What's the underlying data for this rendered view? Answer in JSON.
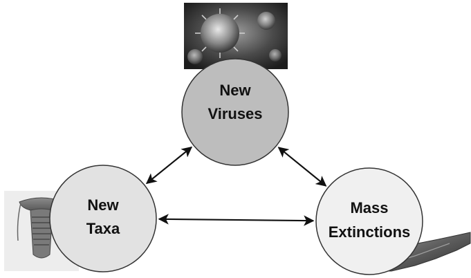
{
  "diagram": {
    "nodes": [
      {
        "id": "viruses",
        "line1": "New",
        "line2": "Viruses",
        "fill": "#bdbdbd"
      },
      {
        "id": "taxa",
        "line1": "New",
        "line2": "Taxa",
        "fill": "#e2e2e2"
      },
      {
        "id": "extinctions",
        "line1": "Mass",
        "line2": "Extinctions",
        "fill": "#f0f0f0"
      }
    ],
    "edges": [
      {
        "from": "viruses",
        "to": "taxa",
        "type": "bidirectional"
      },
      {
        "from": "viruses",
        "to": "extinctions",
        "type": "bidirectional"
      },
      {
        "from": "taxa",
        "to": "extinctions",
        "type": "bidirectional"
      }
    ],
    "images": [
      {
        "id": "virus-photo",
        "icon": "virus-micrograph"
      },
      {
        "id": "trilobite-photo",
        "icon": "trilobite-fossil"
      },
      {
        "id": "rock-photo",
        "icon": "rock-strata"
      }
    ],
    "colors": {
      "stroke": "#333333",
      "arrow": "#111111"
    }
  }
}
